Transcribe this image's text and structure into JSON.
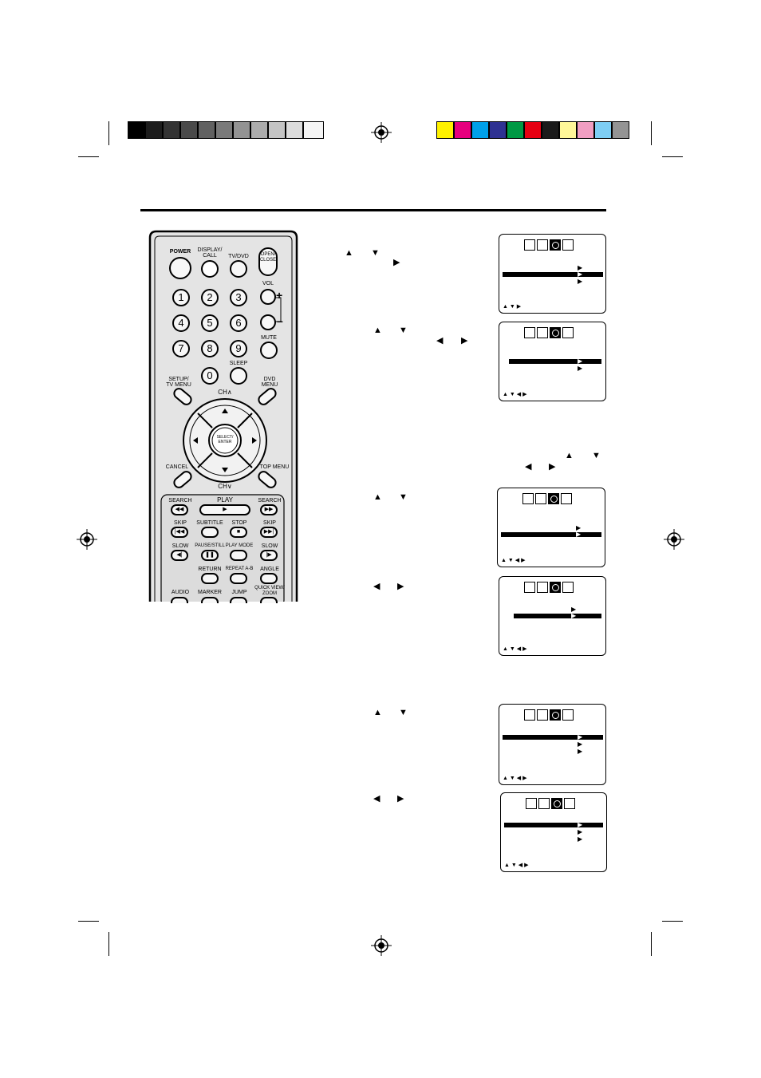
{
  "remote": {
    "labels": {
      "power": "POWER",
      "display_call": "DISPLAY/\nCALL",
      "tv_dvd": "TV/DVD",
      "open_close": "OPEN/\nCLOSE",
      "vol": "VOL",
      "vol_plus": "+",
      "vol_minus": "–",
      "mute": "MUTE",
      "sleep": "SLEEP",
      "setup": "SETUP/\nTV MENU",
      "dvd_menu": "DVD\nMENU",
      "ch_up": "CH∧",
      "ch_down": "CH∨",
      "select": "SELECT/\nENTER",
      "cancel": "CANCEL",
      "top_menu": "TOP MENU",
      "search_back": "SEARCH",
      "play": "PLAY",
      "search_fwd": "SEARCH",
      "skip_back": "SKIP",
      "subtitle": "SUBTITLE",
      "stop": "STOP",
      "skip_fwd": "SKIP",
      "slow_back": "SLOW",
      "pause_still": "PAUSE/STILL",
      "play_mode": "PLAY MODE",
      "slow_fwd": "SLOW",
      "return": "RETURN",
      "repeat": "REPEAT A-B",
      "angle": "ANGLE",
      "audio": "AUDIO",
      "marker": "MARKER",
      "jump": "JUMP",
      "quick_view": "QUICK VIEW/\nZOOM"
    },
    "numbers": [
      "1",
      "2",
      "3",
      "4",
      "5",
      "6",
      "7",
      "8",
      "9",
      "0"
    ]
  },
  "screens_nav": {
    "ud": "▲ ▼ ▶",
    "udlr": "▲ ▼ ◀ ▶"
  },
  "icons": {
    "up": "▲",
    "down": "▼",
    "left": "◀",
    "right": "▶"
  }
}
